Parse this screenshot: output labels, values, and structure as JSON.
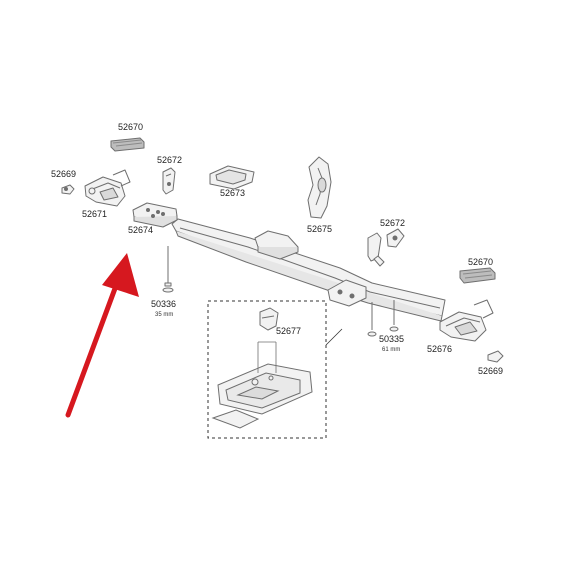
{
  "parts": {
    "p52670_top": "52670",
    "p52669_left": "52669",
    "p52671": "52671",
    "p52672_left": "52672",
    "p52673": "52673",
    "p52674": "52674",
    "p50336": "50336",
    "p50336_len": "35 mm",
    "p52675": "52675",
    "p52672_right": "52672",
    "p52677": "52677",
    "p50335": "50335",
    "p50335_len": "61 mm",
    "p52670_right": "52670",
    "p52676": "52676",
    "p52669_right": "52669"
  },
  "colors": {
    "line": "#6f6f6f",
    "fill": "#f2f2f2",
    "pad": "#bdbdbd",
    "arrow": "#d6181f"
  },
  "annotation": {
    "icon": "red-arrow-icon"
  }
}
